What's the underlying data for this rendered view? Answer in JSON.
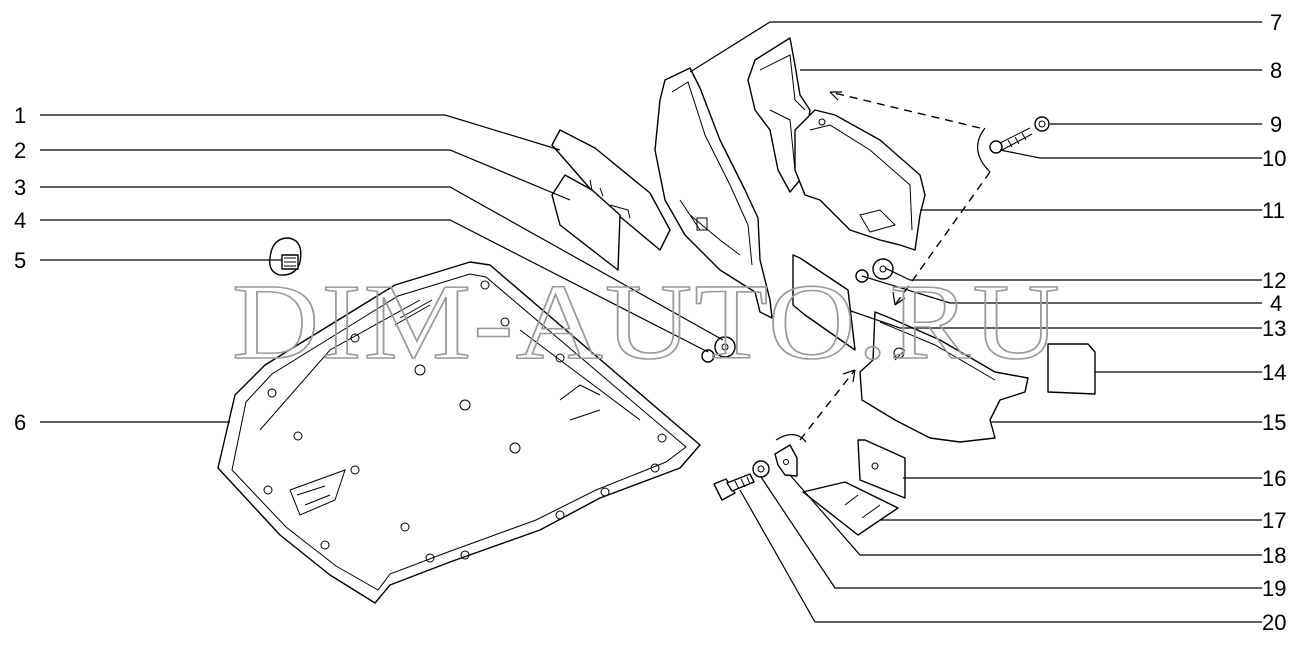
{
  "watermark": "DIM-AUTO.RU",
  "callouts": {
    "left": [
      "1",
      "2",
      "3",
      "4",
      "5",
      "6"
    ],
    "right": [
      "7",
      "8",
      "9",
      "10",
      "11",
      "12",
      "4",
      "13",
      "14",
      "15",
      "16",
      "17",
      "18",
      "19",
      "20"
    ]
  }
}
